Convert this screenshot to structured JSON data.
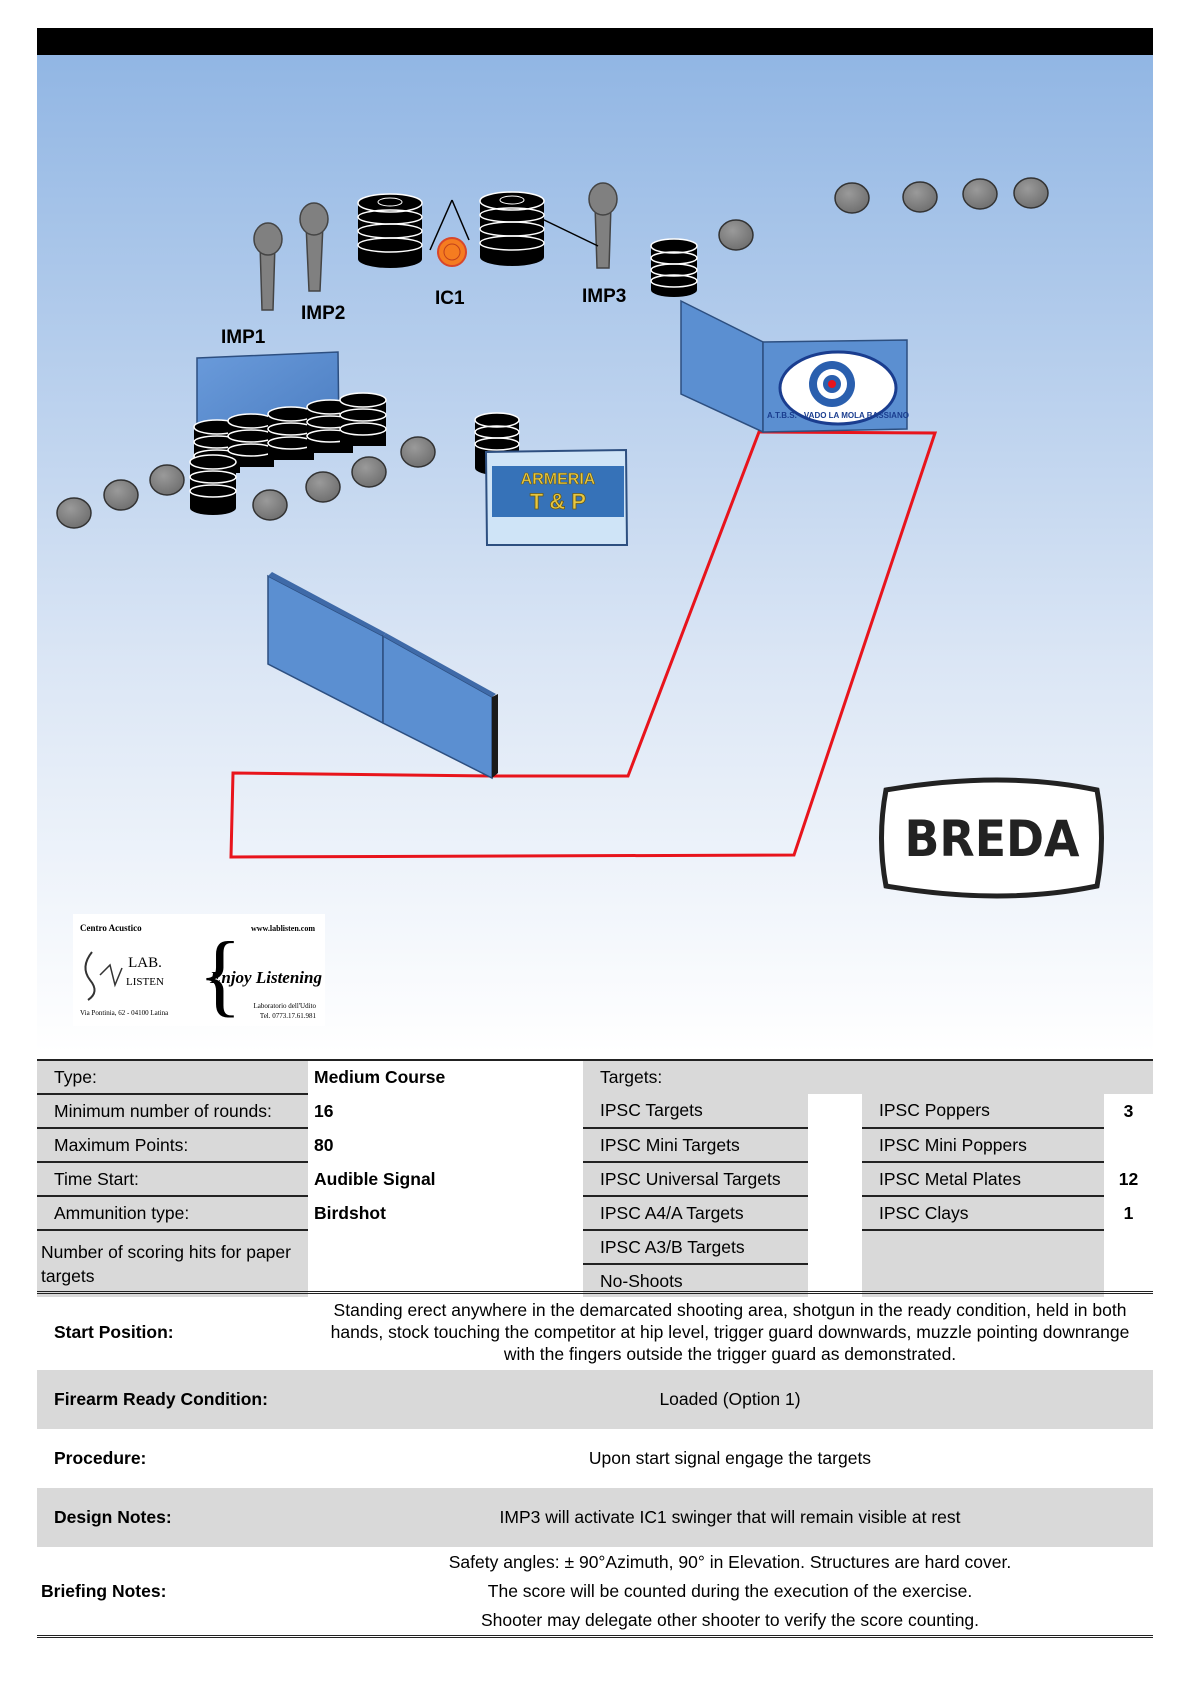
{
  "diagram": {
    "labels": {
      "imp1": "IMP1",
      "imp2": "IMP2",
      "imp3": "IMP3",
      "ic1": "IC1"
    },
    "sponsors": {
      "breda": "BREDA",
      "armeria_line1": "ARMERIA",
      "armeria_line2": "T & P",
      "atbs": "A.T.B.S. - VADO LA MOLA BASSIANO",
      "lablisten": {
        "top_left": "Centro Acustico",
        "top_right": "www.lablisten.com",
        "lab": "LAB.",
        "listen": "LISTEN",
        "tagline": "Enjoy Listening",
        "address": "Via Pontinia, 62 - 04100 Latina",
        "lab_desc": "Laboratorio dell'Udito",
        "tel": "Tel. 0773.17.61.981"
      }
    },
    "colors": {
      "sky_top": "#8eb4e3",
      "sky_bottom": "#ffffff",
      "wall": "#5b8fd1",
      "fault_line": "#e8141c",
      "plate": "#808080",
      "swinger": "#f57c20",
      "header_bar": "#000000"
    }
  },
  "stage_info": {
    "type_label": "Type:",
    "type_value": "Medium Course",
    "min_rounds_label": "Minimum number of rounds:",
    "min_rounds_value": "16",
    "max_points_label": "Maximum Points:",
    "max_points_value": "80",
    "time_start_label": "Time Start:",
    "time_start_value": "Audible Signal",
    "ammo_label": "Ammunition type:",
    "ammo_value": "Birdshot",
    "scoring_hits_label": "Number of scoring hits for paper targets",
    "targets_label": "Targets:",
    "targets_left": [
      {
        "name": "IPSC Targets",
        "count": ""
      },
      {
        "name": "IPSC Mini Targets",
        "count": ""
      },
      {
        "name": "IPSC Universal Targets",
        "count": ""
      },
      {
        "name": "IPSC A4/A Targets",
        "count": ""
      },
      {
        "name": "IPSC A3/B Targets",
        "count": ""
      },
      {
        "name": "No-Shoots",
        "count": ""
      }
    ],
    "targets_right": [
      {
        "name": "IPSC Poppers",
        "count": "3"
      },
      {
        "name": "IPSC Mini Poppers",
        "count": ""
      },
      {
        "name": "IPSC Metal Plates",
        "count": "12"
      },
      {
        "name": "IPSC Clays",
        "count": "1"
      }
    ]
  },
  "notes": {
    "start_position_label": "Start Position:",
    "start_position_text": "Standing erect anywhere in the demarcated shooting area, shotgun in the ready condition, held in both hands, stock touching the competitor at hip level, trigger guard downwards, muzzle pointing downrange with the fingers outside the trigger guard as demonstrated.",
    "ready_label": "Firearm Ready Condition:",
    "ready_text": "Loaded (Option 1)",
    "procedure_label": "Procedure:",
    "procedure_text": "Upon start signal engage the targets",
    "design_label": "Design Notes:",
    "design_text": "IMP3 will activate IC1 swinger that will remain visible at rest",
    "briefing_label": "Briefing Notes:",
    "briefing_lines": [
      "Safety angles: ± 90°Azimuth, 90° in Elevation. Structures are hard cover.",
      "The score will be counted during the execution of the exercise.",
      "Shooter may delegate other shooter to verify the score counting."
    ]
  }
}
